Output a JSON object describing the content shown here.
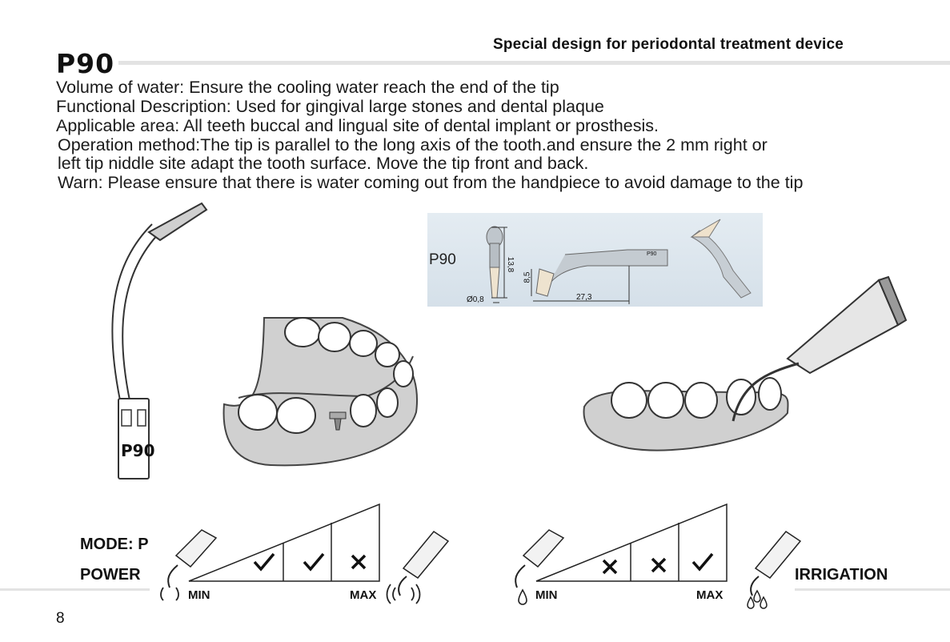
{
  "header": {
    "subtitle": "Special design for periodontal treatment device",
    "title": "P90"
  },
  "description": [
    "Volume of water: Ensure the cooling water reach the end of the tip",
    "Functional Description: Used for gingival large stones and dental plaque",
    "Applicable area: All teeth buccal and lingual site of dental implant or prosthesis.",
    "Operation method:The tip is parallel to the long axis of the tooth.and ensure the 2 mm right or",
    "left tip niddle site adapt the tooth surface. Move the tip front and back.",
    "Warn: Please ensure that there is water coming out from the handpiece to avoid damage to the tip"
  ],
  "tip_label": "P90",
  "photo": {
    "model": "P90",
    "dim_height": "13,8",
    "dim_diameter": "Ø0,8",
    "dim_offset": "8,5",
    "dim_length": "27,3",
    "engraving": "P90"
  },
  "power_panel": {
    "mode_label": "MODE: P",
    "power_label": "POWER",
    "min_label": "MIN",
    "max_label": "MAX",
    "marks": [
      "check",
      "check",
      "cross"
    ]
  },
  "irrigation_panel": {
    "irrigation_label": "IRRIGATION",
    "min_label": "MIN",
    "max_label": "MAX",
    "marks": [
      "cross",
      "cross",
      "check"
    ]
  },
  "page_number": "8"
}
